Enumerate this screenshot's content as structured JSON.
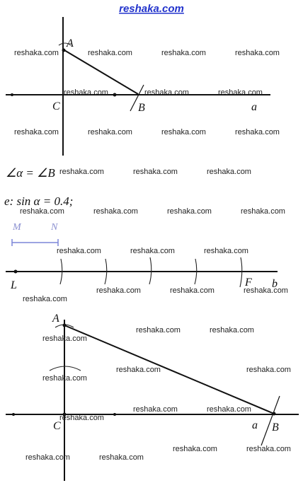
{
  "site": "reshaka.com",
  "watermark": "reshaka.com",
  "figure1": {
    "labels": {
      "A": "A",
      "C": "C",
      "B": "B",
      "a": "a"
    }
  },
  "equation1": "∠α = ∠B",
  "equation2": "e: sin α = 0.4;",
  "segment": {
    "M": "M",
    "N": "N"
  },
  "figure2": {
    "labels": {
      "L": "L",
      "F": "F",
      "b": "b"
    }
  },
  "figure3": {
    "labels": {
      "A": "A",
      "C": "C",
      "B": "B",
      "a": "a"
    }
  }
}
